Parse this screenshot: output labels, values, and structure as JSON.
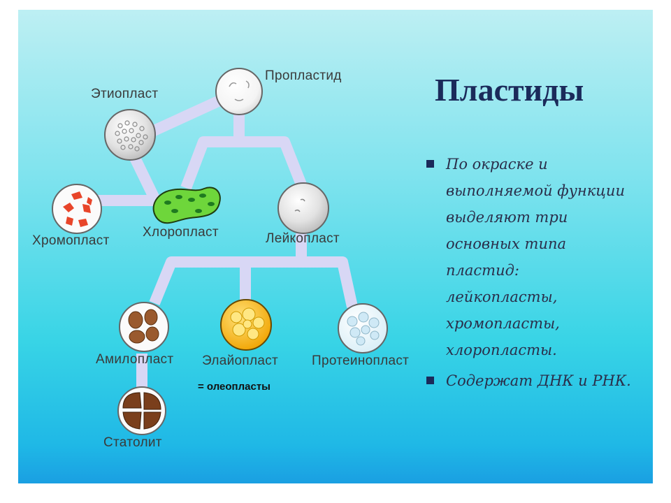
{
  "title": "Пластиды",
  "bullets": [
    "По окраске и выполняемой функции выделяют три основных типа пластид: лейкопласты, хромопласты, хлоропласты.",
    "Содержат ДНК и РНК."
  ],
  "labels": {
    "proplastid": "Пропластид",
    "etioplast": "Этиопласт",
    "chromoplast": "Хромопласт",
    "chloroplast": "Хлоропласт",
    "leucoplast": "Лейкопласт",
    "amyloplast": "Амилопласт",
    "elaioplast": "Элайопласт",
    "proteinoplast": "Протеинопласт",
    "statolith": "Статолит"
  },
  "note": "= олеопласты",
  "colors": {
    "title": "#1b2a5a",
    "connector": "#d7d8f4",
    "chloroplast": "#6ed63b",
    "chromoplast_spots": "#e8452a",
    "elaioplast": "#f5b700",
    "amyloplast_grains": "#9a5a2e",
    "statolith_grains": "#7a3f1c",
    "proteinoplast_bubbles": "#d6f0fa"
  }
}
